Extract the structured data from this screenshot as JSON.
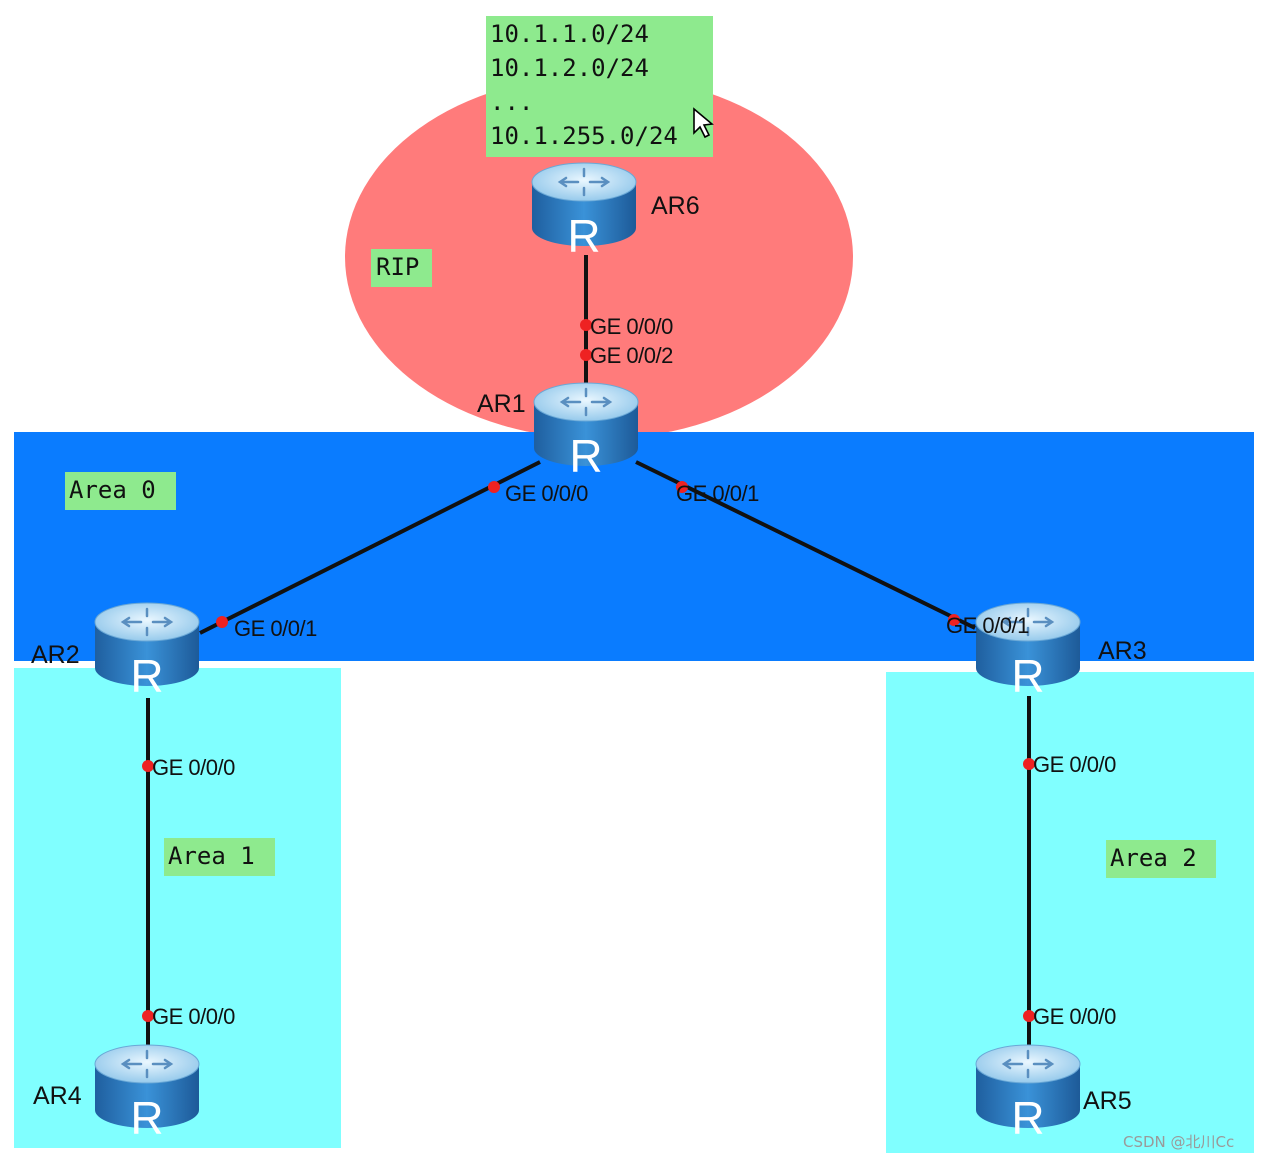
{
  "routing_domains": {
    "rip": "RIP",
    "area0": "Area 0",
    "area1": "Area 1",
    "area2": "Area 2"
  },
  "networks": [
    "10.1.1.0/24",
    "10.1.2.0/24",
    "...",
    "10.1.255.0/24"
  ],
  "router_icon_letter": "R",
  "routers": {
    "ar1": "AR1",
    "ar2": "AR2",
    "ar3": "AR3",
    "ar4": "AR4",
    "ar5": "AR5",
    "ar6": "AR6"
  },
  "ports": {
    "ar6_to_ar1": "GE 0/0/0",
    "ar1_to_ar6": "GE 0/0/2",
    "ar1_to_ar2": "GE 0/0/0",
    "ar1_to_ar3": "GE 0/0/1",
    "ar2_to_ar1": "GE 0/0/1",
    "ar3_to_ar1": "GE 0/0/1",
    "ar2_to_ar4": "GE 0/0/0",
    "ar4_to_ar2": "GE 0/0/0",
    "ar3_to_ar5": "GE 0/0/0",
    "ar5_to_ar3": "GE 0/0/0"
  },
  "watermark": "CSDN @北川Cc",
  "colors": {
    "rip_zone": "#ff7b7b",
    "area0_zone": "#0a7cff",
    "stub_area_zone": "#80ffff",
    "label_box": "#8eea8e",
    "port_dot": "#ee2222",
    "router_top": "#c4e8f8",
    "router_body": "#2f7fc8",
    "link": "#111111"
  }
}
